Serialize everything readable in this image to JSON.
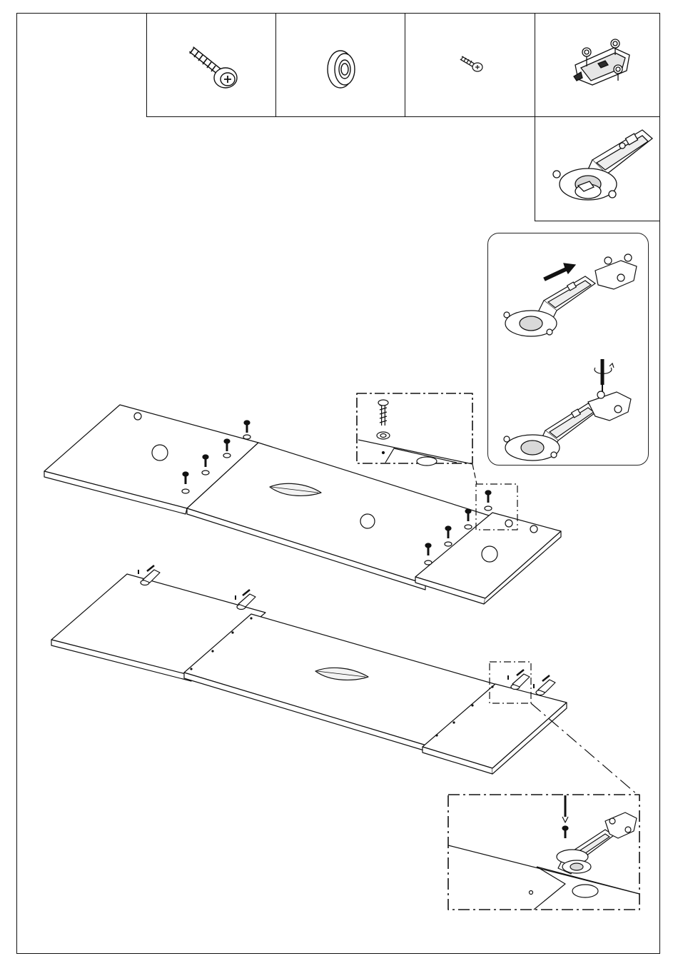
{
  "page": {
    "kind": "assembly-instruction-step",
    "text_labels": []
  },
  "parts": [
    {
      "id": "part-1",
      "icon": "washer-head-screw-icon"
    },
    {
      "id": "part-2",
      "icon": "flange-sleeve-icon"
    },
    {
      "id": "part-3",
      "icon": "small-screw-icon"
    },
    {
      "id": "part-4",
      "icon": "hinge-mounting-plate-icon"
    },
    {
      "id": "part-5",
      "icon": "concealed-hinge-icon"
    }
  ],
  "colors": {
    "line": "#111111",
    "board_fill": "#ffffff",
    "shade": "#d9d9d9",
    "dark_part": "#2b2b2b"
  }
}
